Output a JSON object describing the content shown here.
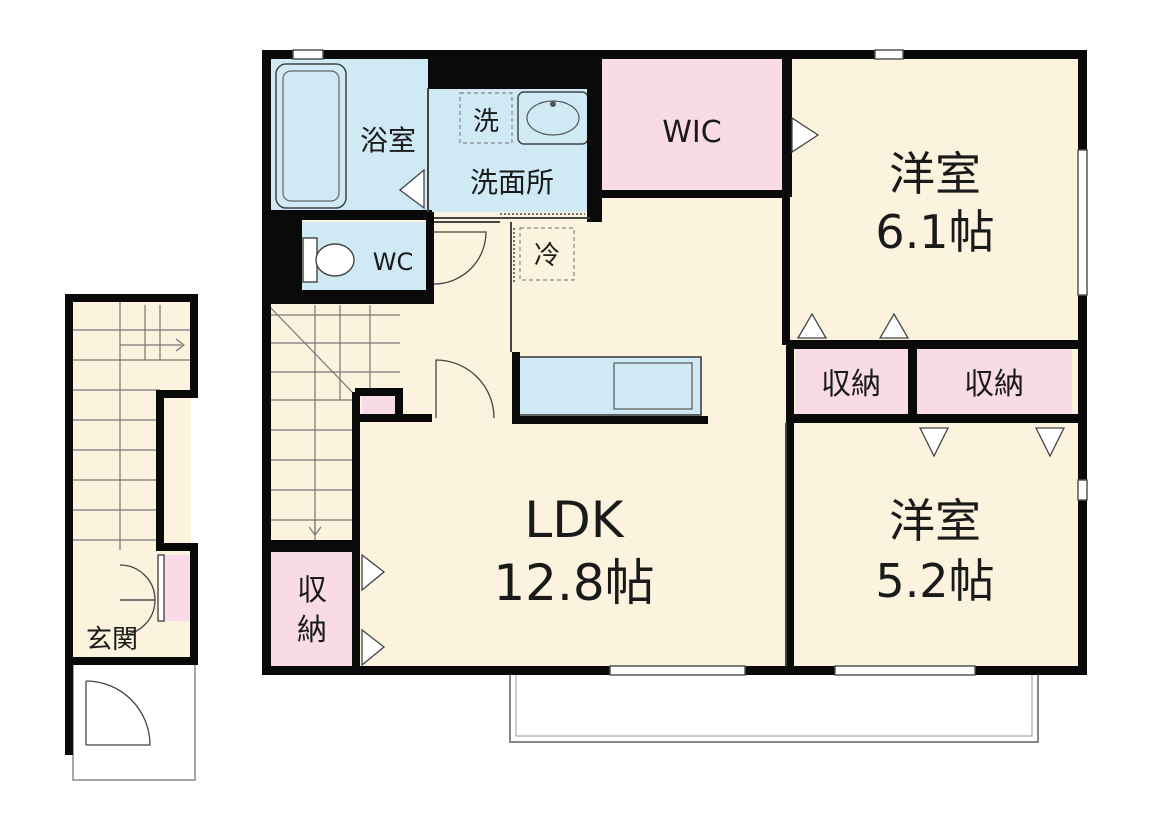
{
  "colors": {
    "wall": "#0a0a0a",
    "wet_area": "#cfe9f5",
    "living": "#fbf3de",
    "storage": "#f8dbe6",
    "balcony_line": "#888888"
  },
  "rooms": {
    "bath": "浴室",
    "washroom": "洗面所",
    "washer": "洗",
    "wic": "WIC",
    "western1_name": "洋室",
    "western1_size": "6.1帖",
    "wc": "WC",
    "fridge": "冷",
    "storage_a": "収納",
    "storage_b": "収納",
    "ldk_name": "LDK",
    "ldk_size": "12.8帖",
    "western2_name": "洋室",
    "western2_size": "5.2帖",
    "storage_c_1": "収",
    "storage_c_2": "納",
    "entrance": "玄関"
  }
}
